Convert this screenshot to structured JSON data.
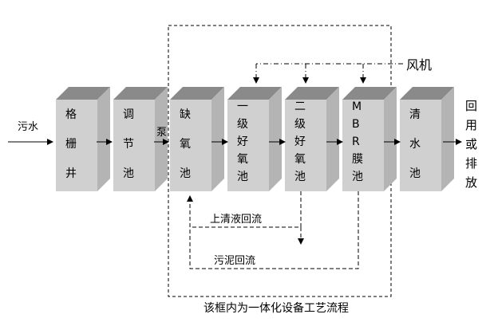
{
  "inlet_label": "污水",
  "pump_label": "泵",
  "blower_label": "风机",
  "outlet_label": "回用或排放",
  "supernatant_return_label": "上清液回流",
  "sludge_return_label": "污泥回流",
  "frame_caption": "该框内为一体化设备工艺流程",
  "tanks": [
    {
      "id": "grille-well",
      "chars": [
        "格",
        "栅",
        "井"
      ]
    },
    {
      "id": "equalization-tank",
      "chars": [
        "调",
        "节",
        "池"
      ]
    },
    {
      "id": "anoxic-tank",
      "chars": [
        "缺",
        "氧",
        "池"
      ]
    },
    {
      "id": "primary-aerobic-tank",
      "chars": [
        "一",
        "级",
        "好",
        "氧",
        "池"
      ]
    },
    {
      "id": "secondary-aerobic-tank",
      "chars": [
        "二",
        "级",
        "好",
        "氧",
        "池"
      ]
    },
    {
      "id": "mbr-membrane-tank",
      "chars": [
        "M",
        "B",
        "R",
        "膜",
        "池"
      ]
    },
    {
      "id": "clear-water-tank",
      "chars": [
        "清",
        "水",
        "池"
      ]
    }
  ],
  "colors": {
    "tank_front": "#d0d0d0",
    "tank_top": "#8a8a8a",
    "tank_side": "#b4b4b4",
    "line": "#000000"
  }
}
